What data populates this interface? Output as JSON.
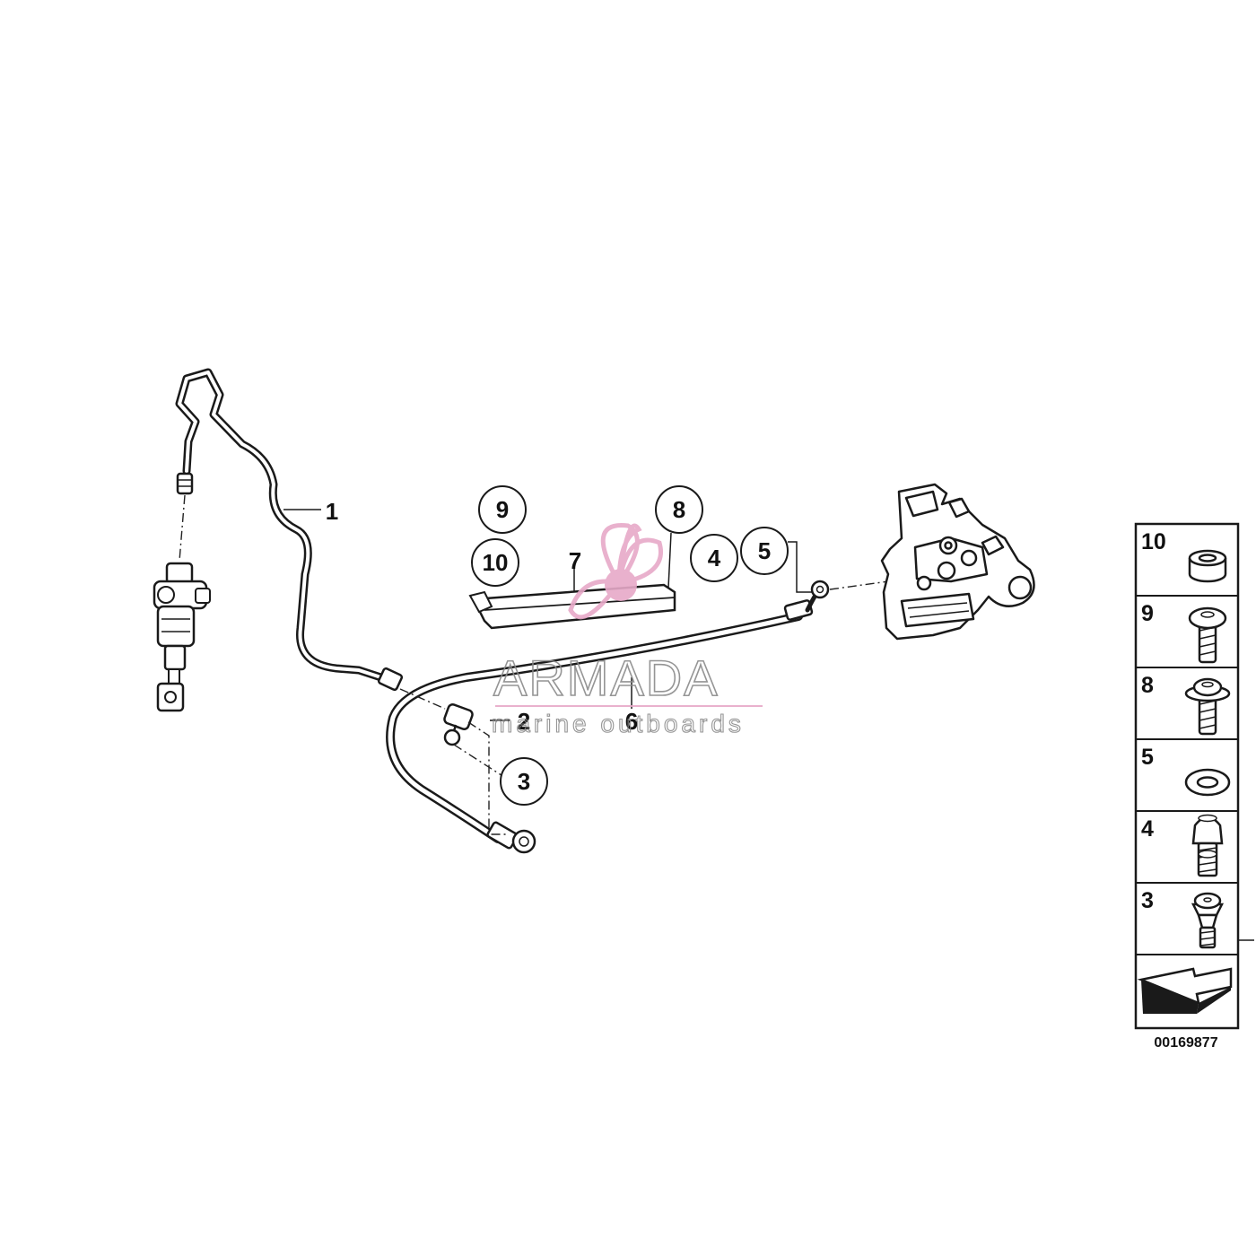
{
  "callouts": {
    "c1": "1",
    "c2": "2",
    "c3": "3",
    "c4": "4",
    "c5": "5",
    "c6": "6",
    "c7": "7",
    "c8": "8",
    "c9": "9",
    "c10": "10"
  },
  "key_panel": {
    "items": [
      {
        "number": "10",
        "part": "spacer-sleeve"
      },
      {
        "number": "9",
        "part": "screw"
      },
      {
        "number": "8",
        "part": "washer-screw"
      },
      {
        "number": "5",
        "part": "sealing-ring"
      },
      {
        "number": "4",
        "part": "banjo-bolt"
      },
      {
        "number": "3",
        "part": "bleed-valve"
      }
    ],
    "reference_number": "00169877"
  },
  "watermark": {
    "brand": "ARMADA",
    "tagline": "marine outboards",
    "color": "#e7a9c8"
  },
  "colors": {
    "ink": "#1a1a1a",
    "background": "#ffffff",
    "watermark_pink": "#e7a9c8",
    "watermark_grey": "#8a8a8a"
  }
}
